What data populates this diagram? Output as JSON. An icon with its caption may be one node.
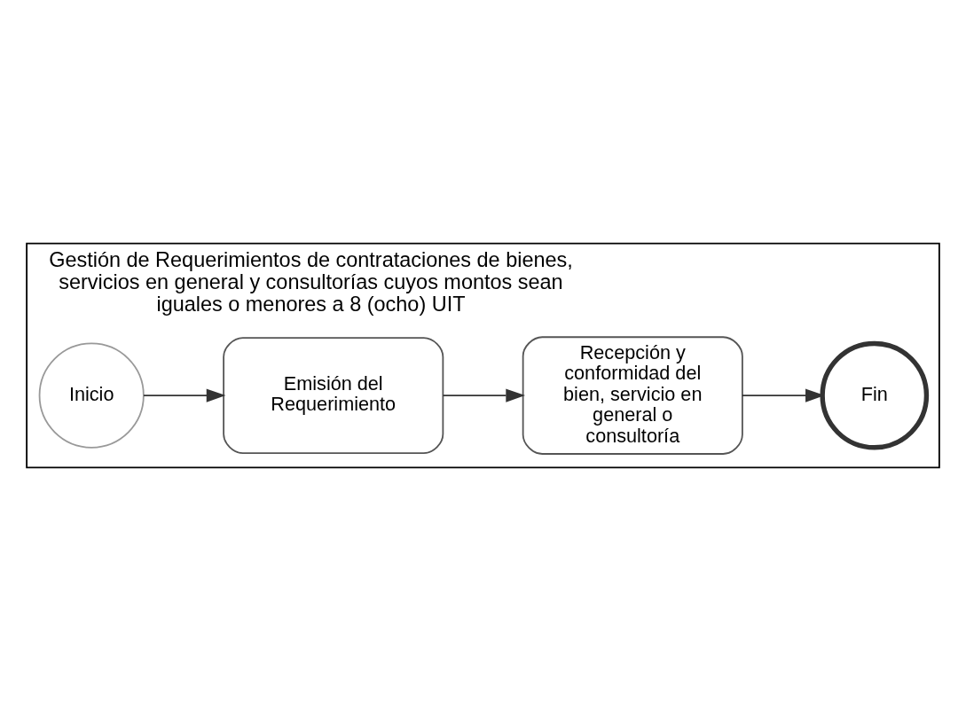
{
  "diagram": {
    "nodes": [
      {
        "text": [
          "Gestión de Requerimientos de contrataciones de bienes, servicios en general y consultorías cuyos montos sean iguales o menores a 8 (ocho) UIT"
        ]
      },
      {
        "text": [
          "Inicio"
        ],
        "in": 0
      },
      {
        "text": [
          "Emisión del Requerimiento"
        ],
        "in": 0
      },
      {
        "text": [
          "Recepción y conformidad del bien, servicio en general o consultoría"
        ],
        "in": 0
      },
      {
        "text": [
          "Fin"
        ],
        "in": 0
      }
    ],
    "edges": [
      {
        "from": 1,
        "to": 2,
        "arrow": "to"
      },
      {
        "from": 2,
        "to": 3,
        "arrow": "to"
      },
      {
        "from": 3,
        "to": 4,
        "arrow": "to"
      }
    ]
  }
}
